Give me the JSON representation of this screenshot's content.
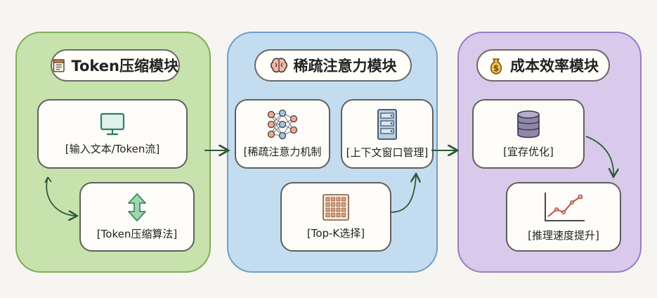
{
  "modules": [
    {
      "title": "Token压缩模块",
      "title_icon": "notepad-icon",
      "accent": "#7fae57",
      "cards": [
        {
          "label": "[输入文本/Token流]",
          "icon": "monitor-icon"
        },
        {
          "label": "[Token压缩算法]",
          "icon": "up-down-arrow-icon"
        }
      ]
    },
    {
      "title": "稀疏注意力模块",
      "title_icon": "brain-icon",
      "accent": "#6f9fc9",
      "cards": [
        {
          "label": "[稀疏注意力机制",
          "icon": "neural-network-icon"
        },
        {
          "label": "[上下文窗口管理]",
          "icon": "server-icon"
        },
        {
          "label": "[Top-K选择]",
          "icon": "grid-icon"
        }
      ]
    },
    {
      "title": "成本效率模块",
      "title_icon": "money-bag-icon",
      "accent": "#9a7ec2",
      "cards": [
        {
          "label": "[宜存优化]",
          "icon": "database-icon"
        },
        {
          "label": "[推理速度提升]",
          "icon": "line-chart-icon"
        }
      ]
    }
  ]
}
